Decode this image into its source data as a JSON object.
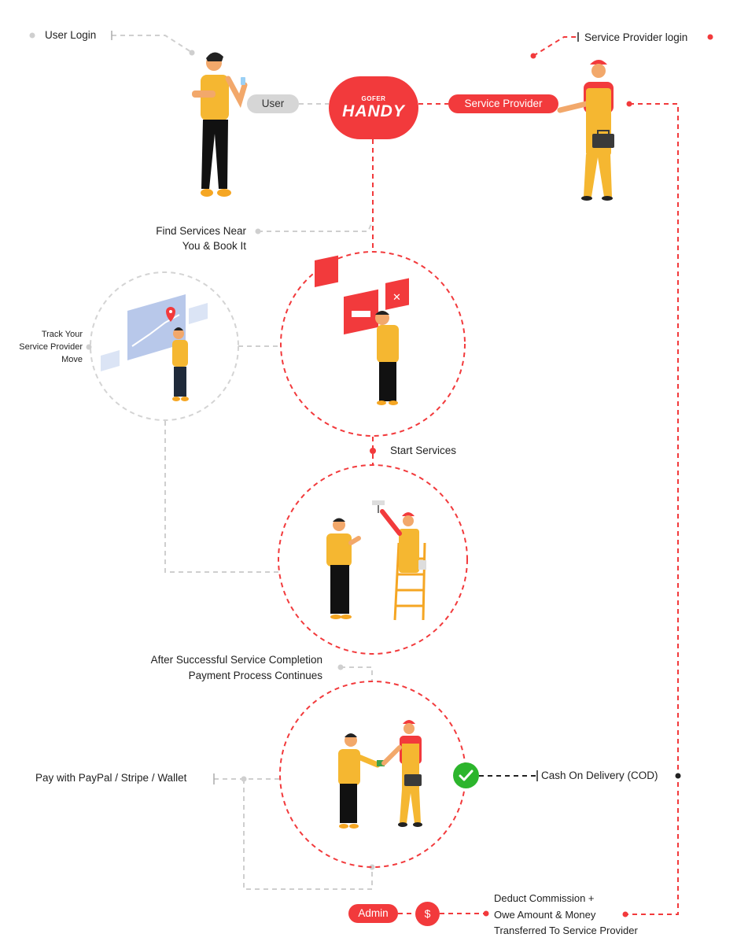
{
  "labels": {
    "user_login": "User Login",
    "service_provider_login": "Service Provider login",
    "find_services_line1": "Find Services Near",
    "find_services_line2": "You & Book It",
    "track_line1": "Track Your",
    "track_line2": "Service Provider",
    "track_line3": "Move",
    "start_services": "Start Services",
    "after_line1": "After Successful Service Completion",
    "after_line2": "Payment Process Continues",
    "pay_with": "Pay with PayPal / Stripe / Wallet",
    "cod": "Cash On Delivery (COD)",
    "deduct_line1": "Deduct Commission +",
    "deduct_line2": "Owe Amount & Money",
    "deduct_line3": "Transferred To Service Provider"
  },
  "pills": {
    "user": "User",
    "service_provider": "Service Provider",
    "admin": "Admin"
  },
  "logo": {
    "small": "GOFER",
    "big": "HANDY"
  },
  "dollar_symbol": "$",
  "colors": {
    "brand_red": "#f23a3c",
    "grey_line": "#cfcfcf",
    "check_green": "#2cb52c",
    "skin": "#f2a86b",
    "shirt_yellow": "#f5b731",
    "map_blue": "#b8c8ea"
  },
  "icons": [
    "user-person-icon",
    "service-provider-worker-icon",
    "map-pin-icon",
    "tool-card-icon",
    "ladder-painter-icon",
    "handshake-icon",
    "check-icon",
    "dollar-icon"
  ]
}
